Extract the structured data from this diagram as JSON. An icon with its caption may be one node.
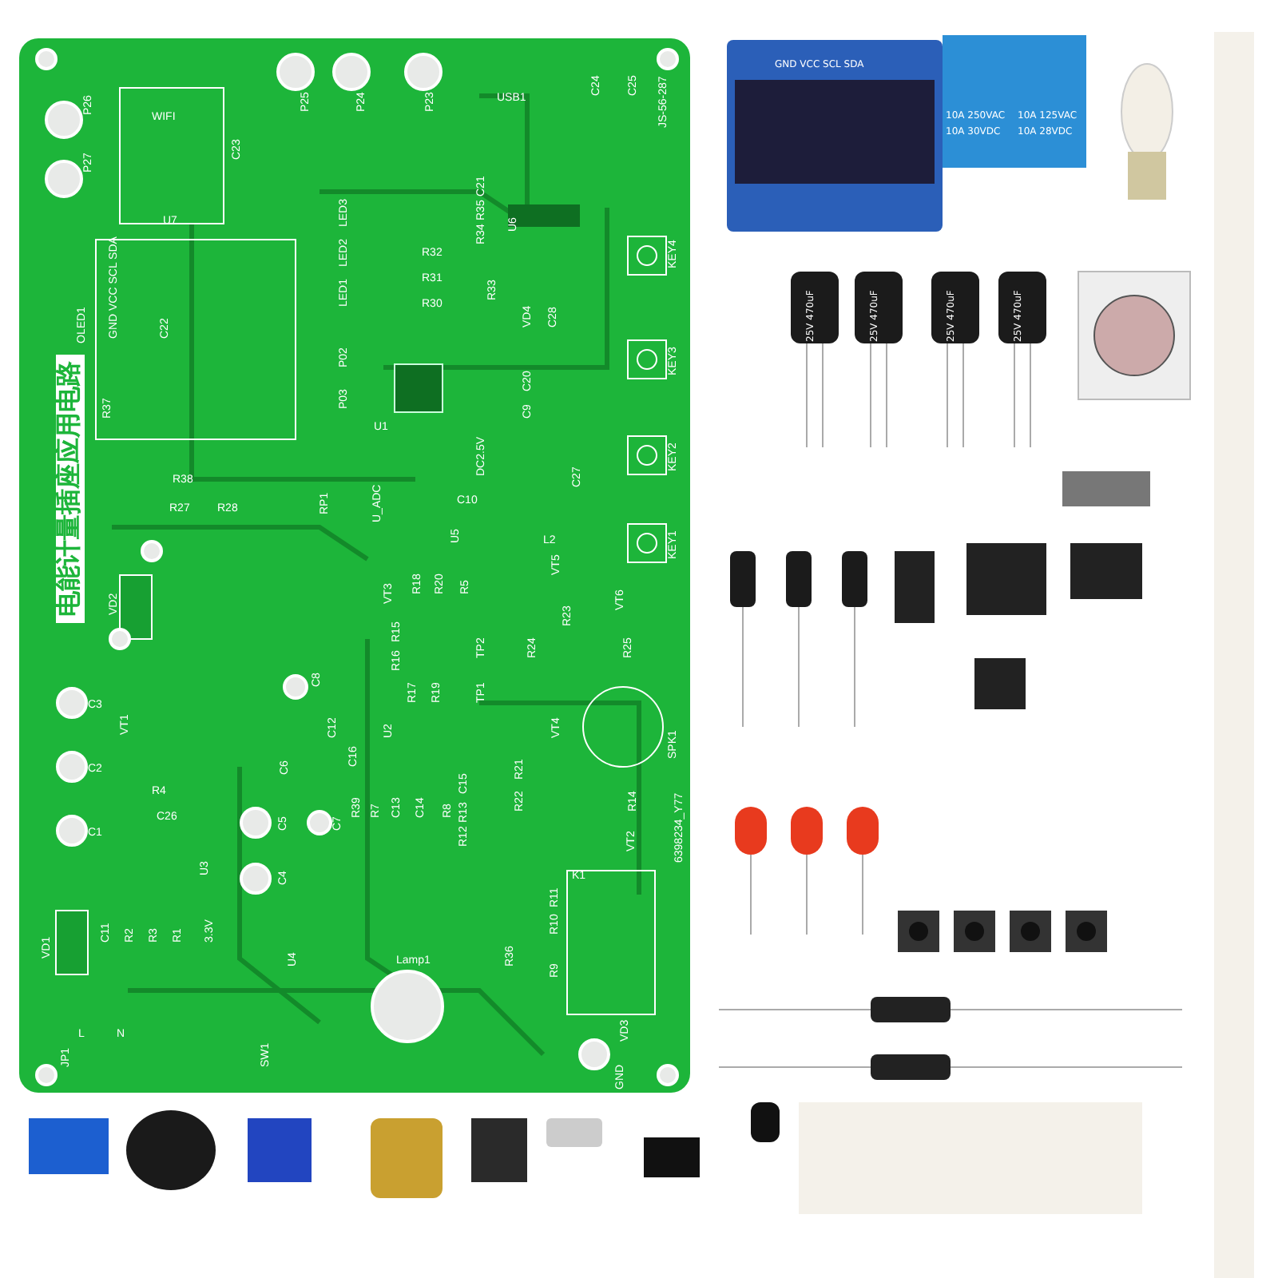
{
  "diagram": {
    "labels": [
      "电能计量插座应用电路",
      "WIFI",
      "P26",
      "P27",
      "P25",
      "P24",
      "P23",
      "USB1",
      "U7",
      "C23",
      "OLED1",
      "GND VCC SCL SDA",
      "C22",
      "R37",
      "LED3",
      "LED2",
      "LED1",
      "P02",
      "P03",
      "R38",
      "R27",
      "R28",
      "RP1",
      "U_ADC",
      "C24",
      "C25",
      "JS-56-287",
      "C21",
      "R35",
      "R34",
      "U6",
      "R32",
      "R31",
      "R30",
      "R33",
      "VD4",
      "C28",
      "U1",
      "C20",
      "C9",
      "DC2.5V",
      "C10",
      "C27",
      "U5",
      "L2",
      "KEY4",
      "KEY3",
      "KEY2",
      "KEY1",
      "VD2",
      "C3",
      "C2",
      "C1",
      "VT1",
      "R4",
      "C26",
      "U3",
      "VD1",
      "C11",
      "R2",
      "R3",
      "R1",
      "3.3V",
      "U4",
      "L",
      "N",
      "JP1",
      "SW1",
      "C8",
      "C12",
      "C6",
      "C5",
      "C4",
      "C7",
      "C16",
      "R39",
      "VT3",
      "R18",
      "R20",
      "R5",
      "R15",
      "R16",
      "R17",
      "R19",
      "TP2",
      "TP1",
      "VT5",
      "R23",
      "R24",
      "R25",
      "VT6",
      "U2",
      "VT4",
      "SPK1",
      "R7",
      "C13",
      "C14",
      "R8",
      "C15",
      "R13",
      "R12",
      "R21",
      "R22",
      "R14",
      "VT2",
      "6398234_Y77",
      "K1",
      "R11",
      "R10",
      "R9",
      "R36",
      "Lamp1",
      "VD3",
      "GND",
      "GND VCC SCL SDA",
      "10A 250VAC",
      "10A 125VAC",
      "10A 30VDC",
      "10A 28VDC",
      "25V 470uF",
      "25V 470uF",
      "25V 470uF",
      "25V 470uF"
    ]
  }
}
